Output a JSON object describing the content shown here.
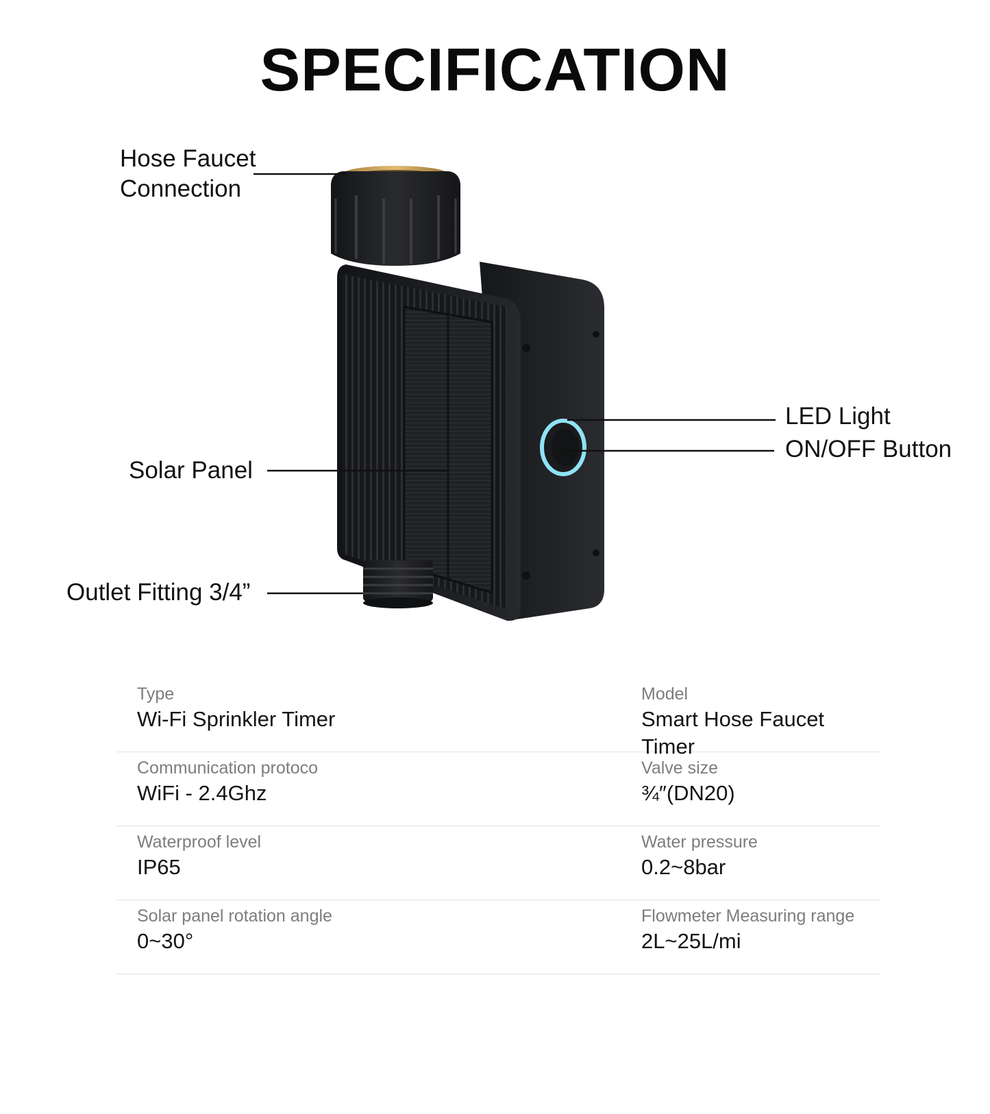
{
  "title": "SPECIFICATION",
  "callouts": {
    "hose_faucet_line1": "Hose Faucet",
    "hose_faucet_line2": "Connection",
    "solar_panel": "Solar Panel",
    "outlet_fitting": "Outlet Fitting 3/4”",
    "led_light": "LED Light",
    "on_off_button": "ON/OFF Button"
  },
  "colors": {
    "device_body": "#1c1d20",
    "brass": "#c9a35a",
    "led_ring": "#8fe3f5"
  },
  "specs": [
    {
      "left": {
        "label": "Type",
        "value": "Wi-Fi Sprinkler Timer"
      },
      "right": {
        "label": "Model",
        "value": "Smart Hose Faucet Timer"
      }
    },
    {
      "left": {
        "label": "Communication protoco",
        "value": "WiFi - 2.4Ghz"
      },
      "right": {
        "label": "Valve size",
        "value": "¾″(DN20)"
      }
    },
    {
      "left": {
        "label": "Waterproof level",
        "value": "IP65"
      },
      "right": {
        "label": "Water pressure",
        "value": "0.2~8bar"
      }
    },
    {
      "left": {
        "label": "Solar panel rotation angle",
        "value": "0~30°"
      },
      "right": {
        "label": "Flowmeter Measuring range",
        "value": "2L~25L/mi"
      }
    }
  ]
}
